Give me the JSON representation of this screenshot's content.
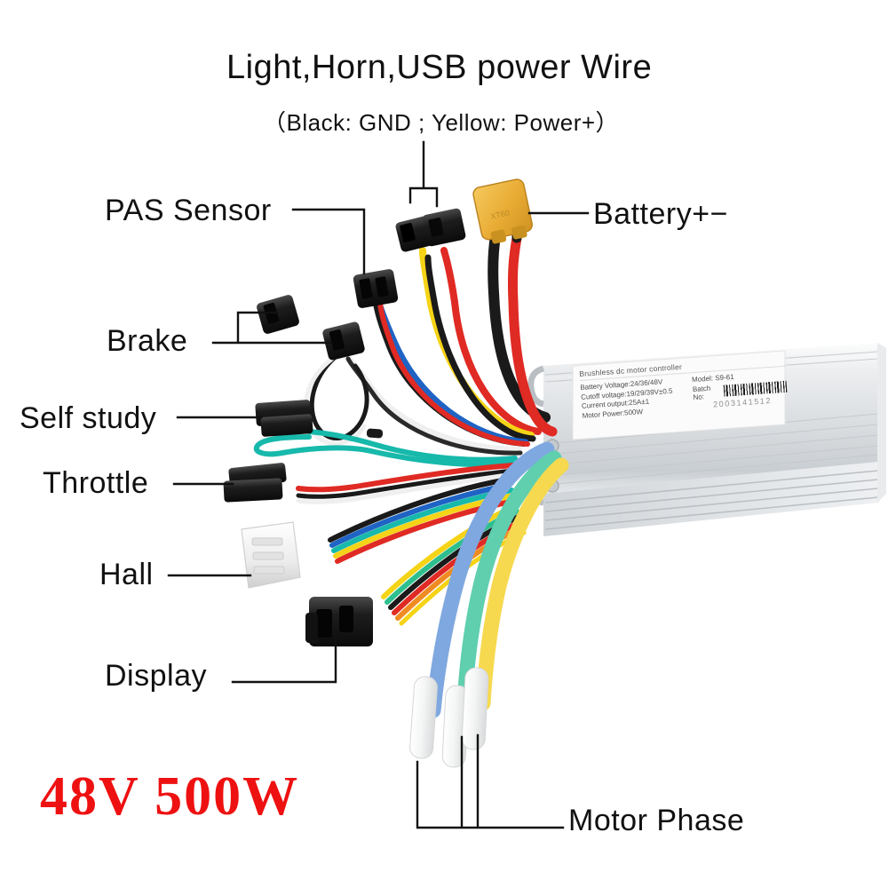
{
  "title": "Light,Horn,USB power Wire",
  "subtitle": "（Black: GND ; Yellow: Power+）",
  "callouts": {
    "pas_sensor": "PAS Sensor",
    "battery": "Battery+−",
    "brake": "Brake",
    "self_study": "Self study",
    "throttle": "Throttle",
    "hall": "Hall",
    "display": "Display",
    "motor_phase": "Motor Phase"
  },
  "spec_text": "48V  500W",
  "product_label": {
    "heading": "Brushless dc motor controller",
    "battery_voltage": "Battery Voltage:24/36/48V",
    "cutoff_voltage": "Cutoff voltage:19/29/39V±0.5",
    "current_output": "Current output:25A±1",
    "motor_power": "Motor Power:500W",
    "model": "Model:  S9-61",
    "batch_no_label": "Batch No:",
    "batch_number": "2003141512"
  },
  "colors": {
    "spec_red": "#ee1111",
    "leader_line": "#111111",
    "xt60_connector": "#edb13c",
    "housing_aluminum": "#d8dbdd",
    "wire_red": "#e02a24",
    "wire_black": "#1a1a1a",
    "wire_yellow": "#f5d316",
    "wire_blue": "#1f63c4",
    "wire_teal": "#17b9ab",
    "wire_green": "#2fbf8f",
    "phase_blue": "#7fa8e0",
    "phase_green": "#5fcfae",
    "phase_yellow": "#f6d94f",
    "wire_white": "#efefef",
    "wire_orange": "#ef8b22",
    "connector_black": "#1c1c1c",
    "connector_white": "#f2f2f2"
  },
  "wire_bundles": {
    "phase_wires": [
      "blue",
      "green",
      "yellow"
    ],
    "signal_wires": [
      "red",
      "black",
      "blue",
      "yellow",
      "teal",
      "green",
      "orange",
      "white"
    ]
  }
}
